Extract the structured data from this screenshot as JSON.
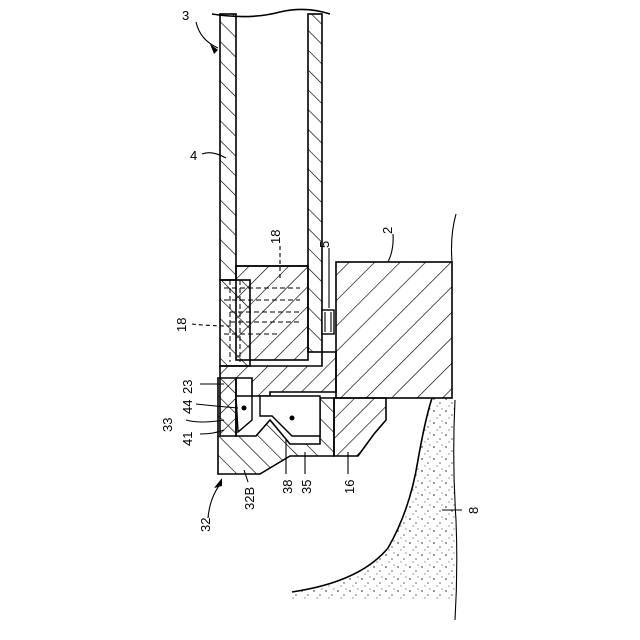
{
  "figure": {
    "labels": {
      "l3": "3",
      "l4": "4",
      "l18a": "18",
      "l5": "5",
      "l2": "2",
      "l18b": "18",
      "l23": "23",
      "l44": "44",
      "l33": "33",
      "l41": "41",
      "l38": "38",
      "l35": "35",
      "l16": "16",
      "l8": "8",
      "l32": "32",
      "l32B": "32B"
    }
  }
}
